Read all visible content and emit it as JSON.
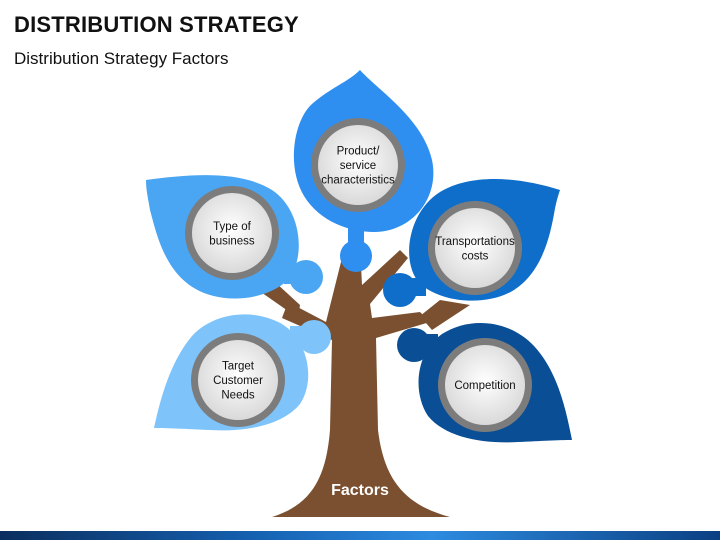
{
  "title": "DISTRIBUTION STRATEGY",
  "subtitle": "Distribution Strategy Factors",
  "trunk_label": "Factors",
  "factors": [
    {
      "lines": [
        "Product/",
        "service",
        "characteristics"
      ],
      "color": "#2f8ff0"
    },
    {
      "lines": [
        "Type of",
        "business"
      ],
      "color": "#4aa6f2"
    },
    {
      "lines": [
        "Transportations",
        "costs"
      ],
      "color": "#0f6ec9"
    },
    {
      "lines": [
        "Target",
        "Customer",
        "Needs"
      ],
      "color": "#7ec4fa"
    },
    {
      "lines": [
        "Competition"
      ],
      "color": "#0a4f96"
    }
  ],
  "colors": {
    "trunk": "#7a5030",
    "ring": "#7c7c7c",
    "circle": "#ececec"
  }
}
